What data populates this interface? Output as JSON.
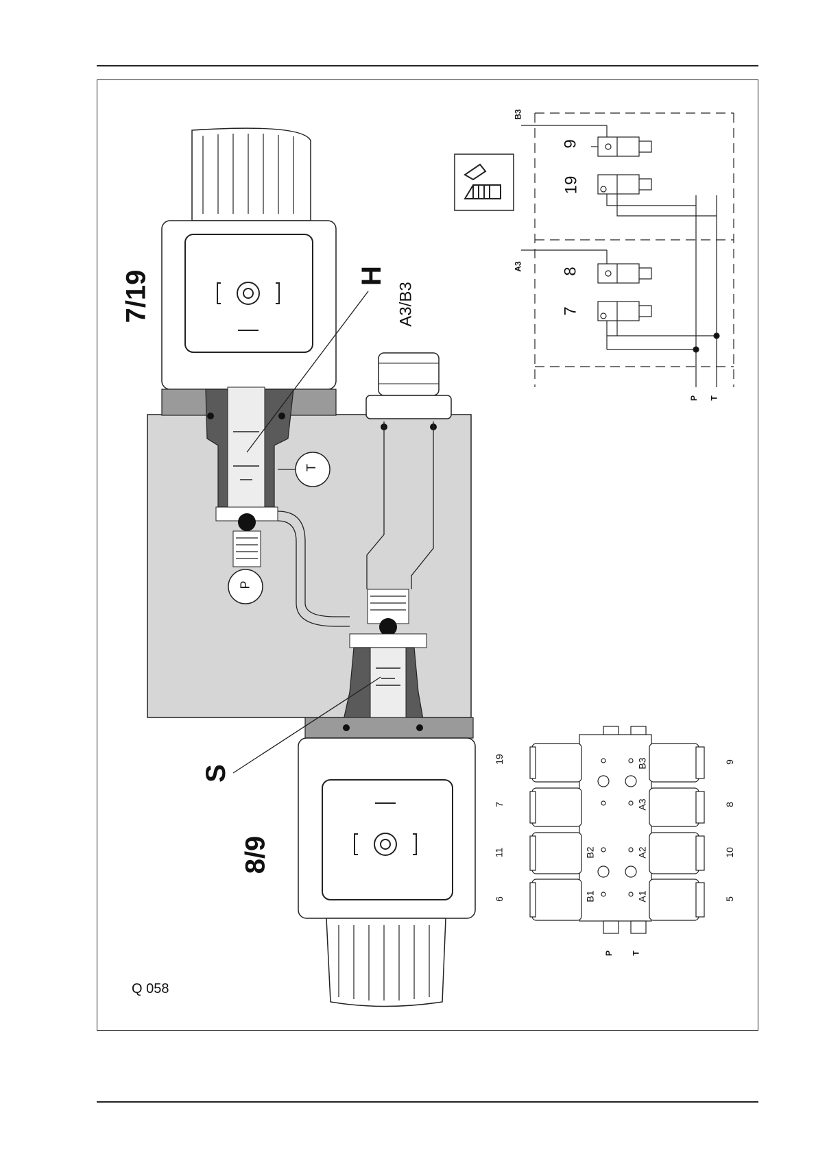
{
  "labels": {
    "coil_top": "7/19",
    "coil_bottom": "8/9",
    "pilot_h": "H",
    "pilot_s": "S",
    "port_a3b3": "A3/B3",
    "port_t": "T",
    "port_p": "P",
    "figure_code": "Q 058"
  },
  "schematic": {
    "line_b3": "B3",
    "line_a3": "A3",
    "line_p": "P",
    "line_t": "T",
    "valves": [
      "9",
      "19",
      "8",
      "7"
    ]
  },
  "block": {
    "left_numbers": [
      "19",
      "7",
      "11",
      "6"
    ],
    "right_numbers": [
      "9",
      "8",
      "10",
      "5"
    ],
    "ports_top": [
      "B3",
      "A3",
      "A2",
      "A1"
    ],
    "ports_bottom": [
      "B2",
      "B1"
    ],
    "bottom_ports": [
      "P",
      "T"
    ]
  },
  "colors": {
    "block_fill": "#d6d6d6",
    "dark_fill": "#5a5a5a",
    "mid_fill": "#9a9a9a",
    "line": "#222222"
  }
}
